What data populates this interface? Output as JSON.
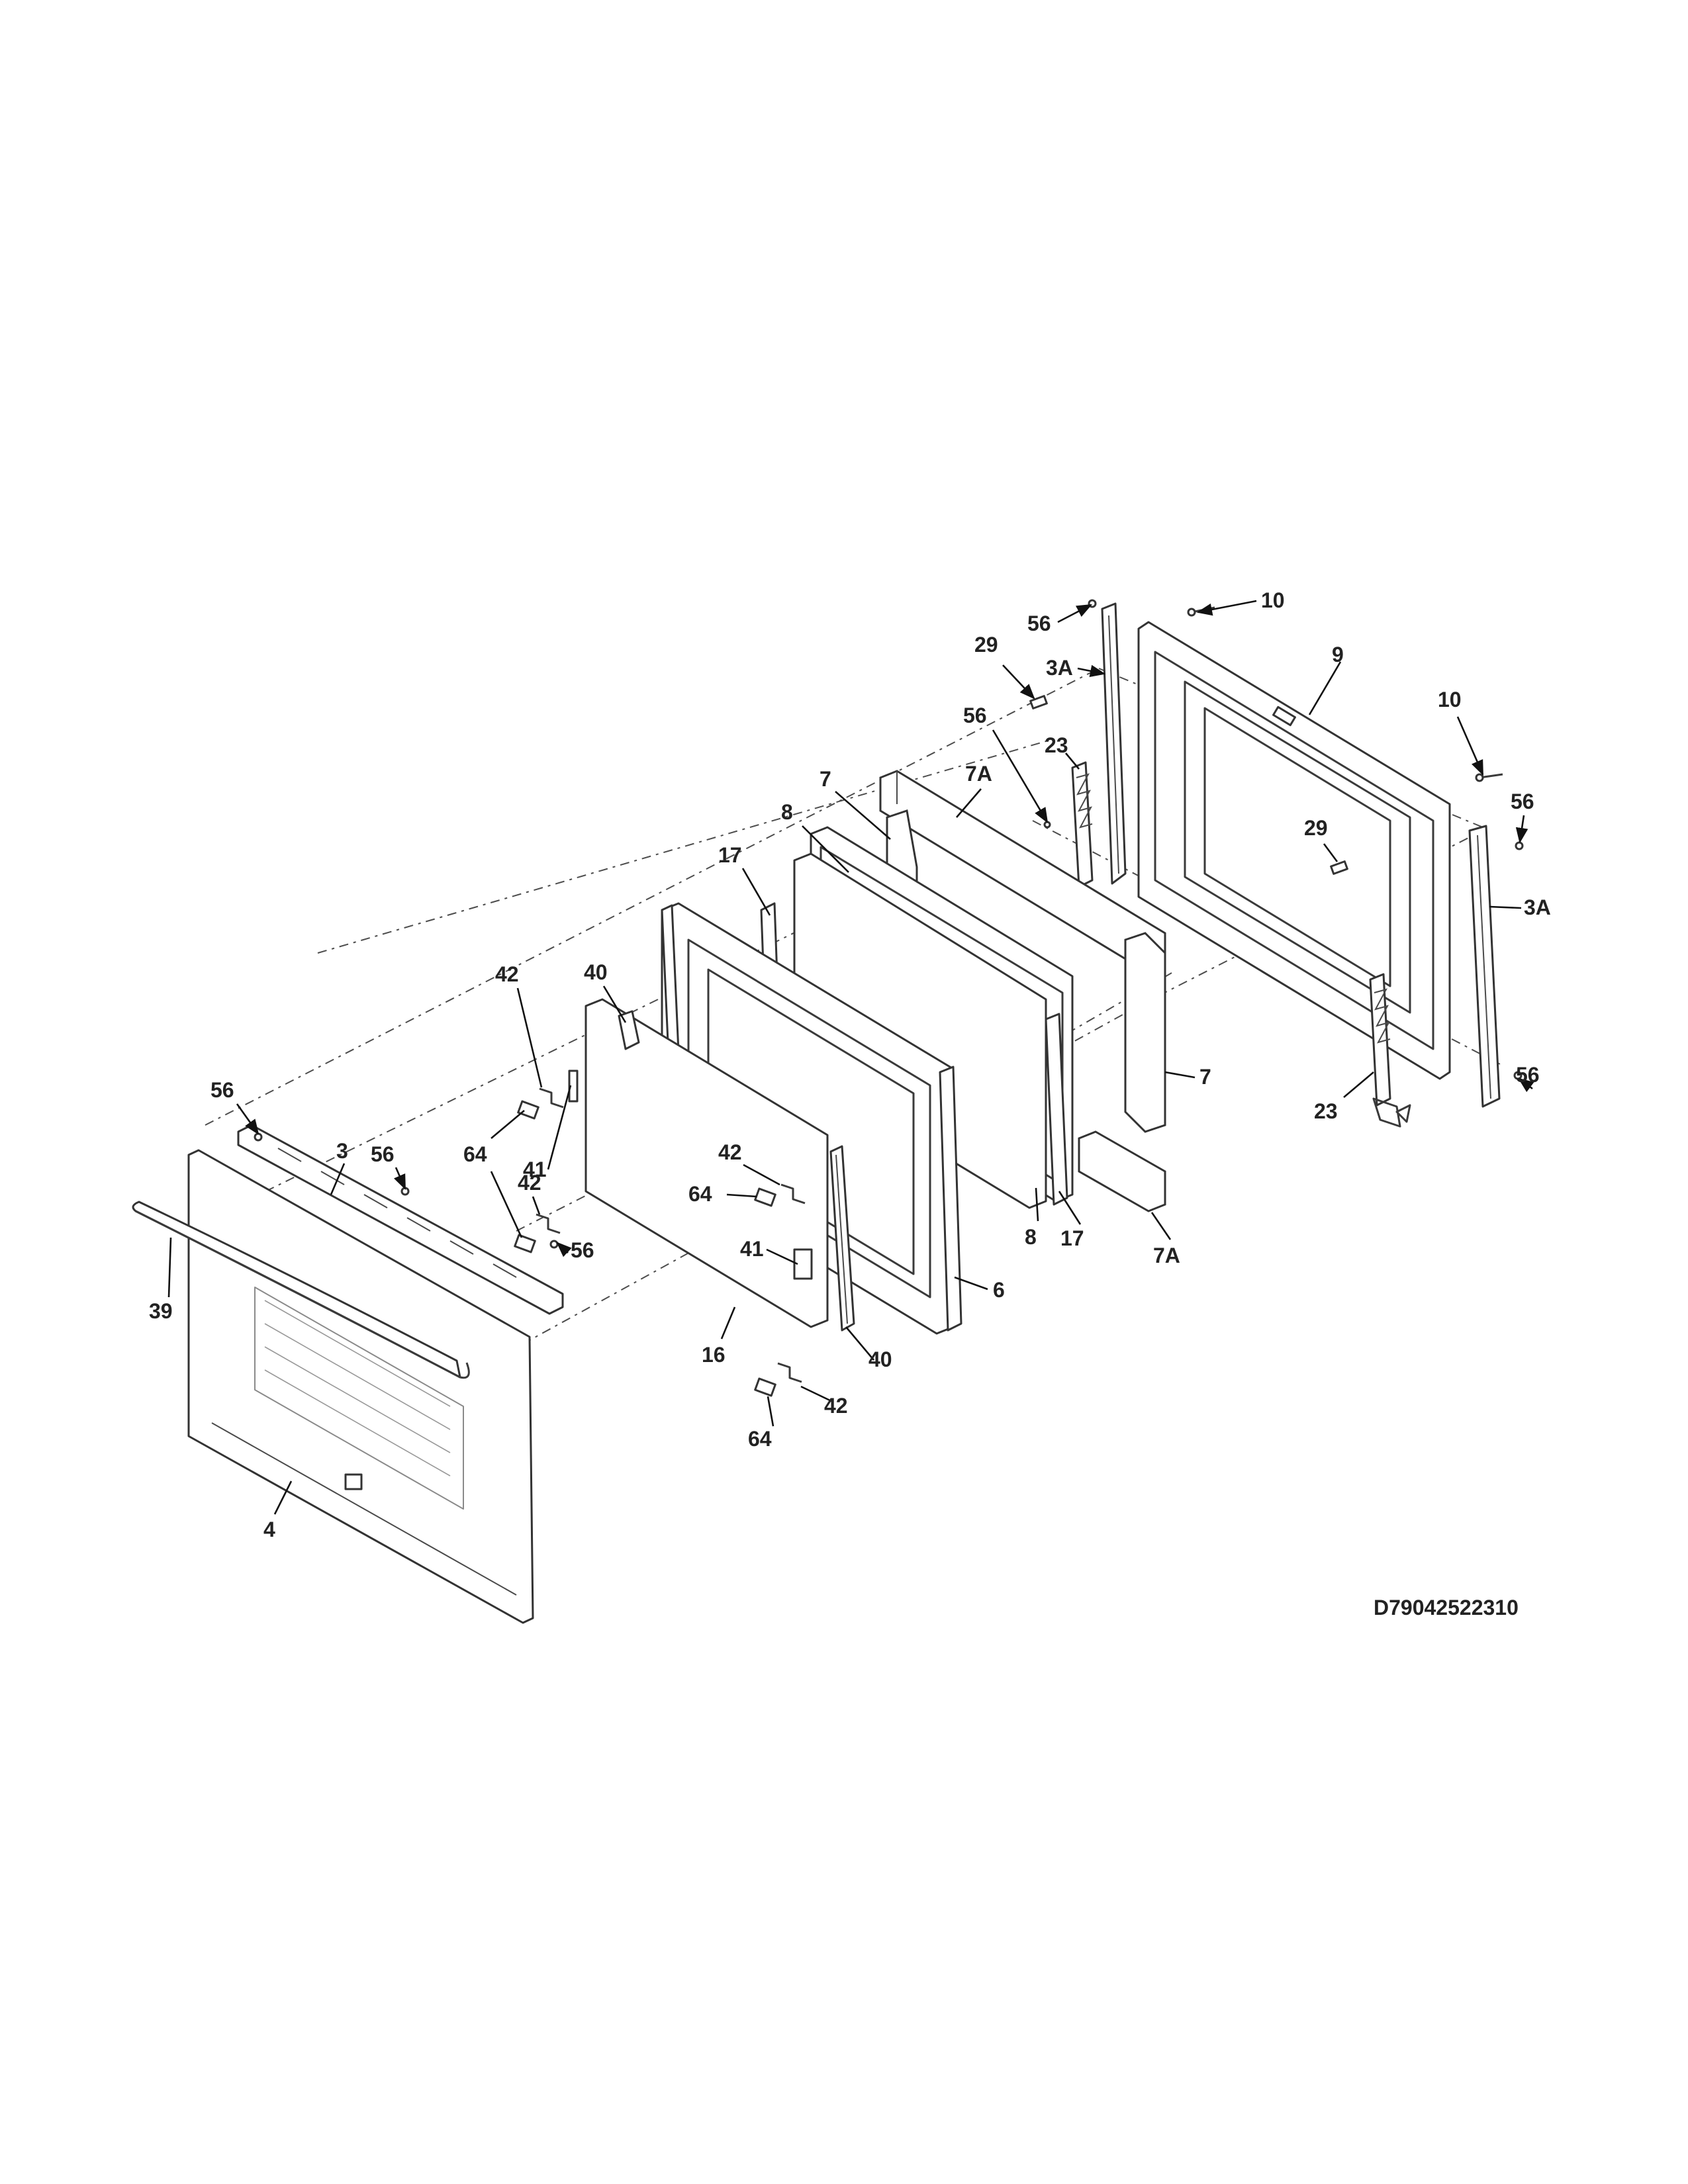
{
  "diagram_code": "D79042522310",
  "callouts": {
    "c56_a": "56",
    "c10_a": "10",
    "c29_a": "29",
    "c3a_a": "3A",
    "c9": "9",
    "c56_b": "56",
    "c23_a": "23",
    "c10_b": "10",
    "c7a_a": "7A",
    "c7_a": "7",
    "c56_c": "56",
    "c29_b": "29",
    "c8_a": "8",
    "c3a_b": "3A",
    "c17_a": "17",
    "c42_a": "42",
    "c40_a": "40",
    "c56_d": "56",
    "c56_e": "56",
    "c7_b": "7",
    "c23_b": "23",
    "c3": "3",
    "c56_f": "56",
    "c64_a": "64",
    "c41_a": "41",
    "c42_b": "42",
    "c64_b": "64",
    "c8_b": "8",
    "c17_b": "17",
    "c41_b": "41",
    "c56_g": "56",
    "c7a_b": "7A",
    "c6": "6",
    "c39": "39",
    "c16": "16",
    "c40_b": "40",
    "c42_c": "42",
    "c64_c": "64",
    "c4": "4"
  }
}
